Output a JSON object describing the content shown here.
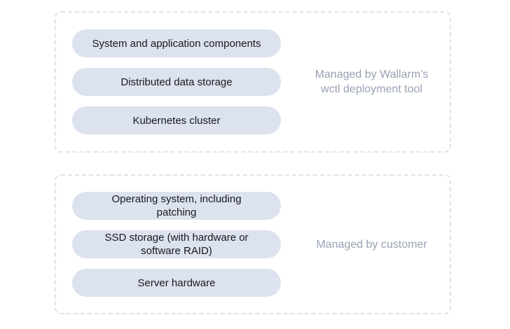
{
  "colors": {
    "background": "#ffffff",
    "pill_background": "#dce2ee",
    "pill_text": "#17191d",
    "group_border": "#e2e3e5",
    "label_text": "#98a1b3"
  },
  "groups": [
    {
      "label": "Managed by Wallarm’s\nwctl deployment tool",
      "pills": [
        "System and application components",
        "Distributed data storage",
        "Kubernetes cluster"
      ]
    },
    {
      "label": "Managed by customer",
      "pills": [
        "Operating system, including\npatching",
        "SSD storage (with hardware or\nsoftware RAID)",
        "Server hardware"
      ]
    }
  ]
}
